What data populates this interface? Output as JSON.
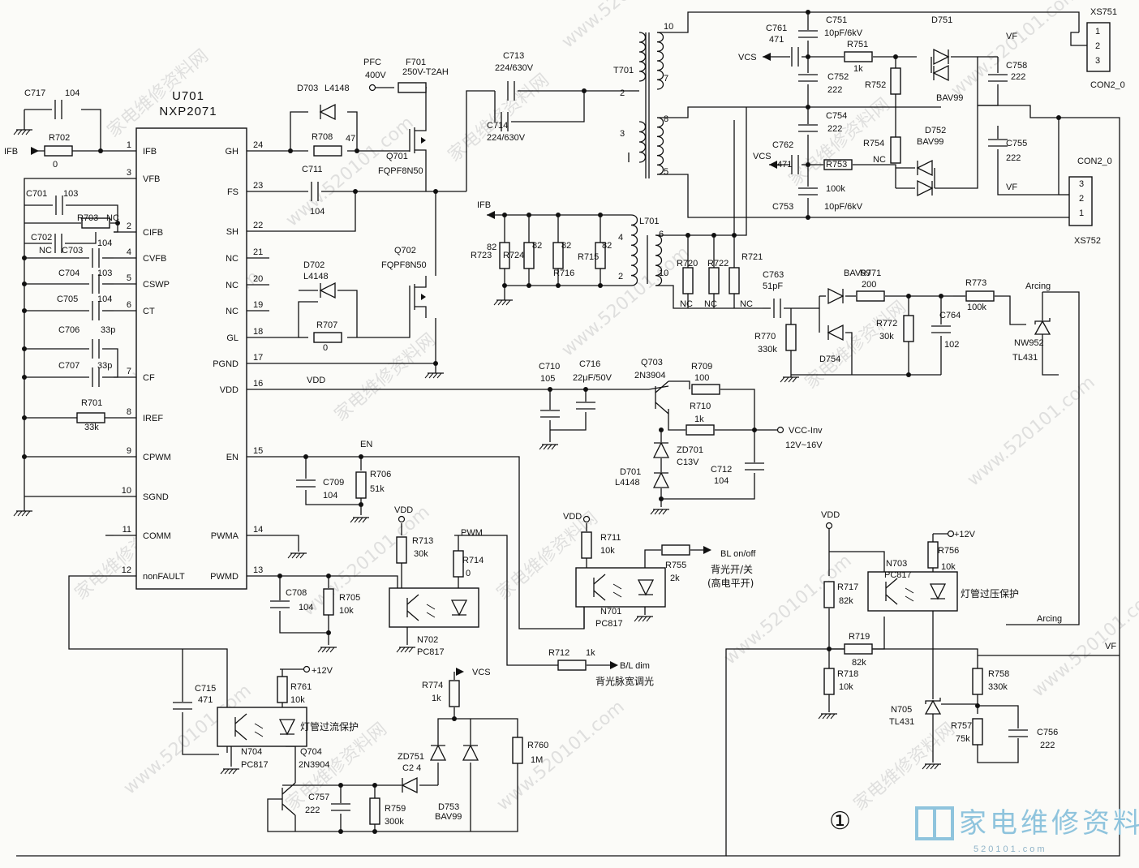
{
  "ic": {
    "ref": "U701",
    "part": "NXP2071",
    "left_pins": [
      {
        "num": "1",
        "name": "IFB"
      },
      {
        "num": "3",
        "name": "VFB"
      },
      {
        "num": "2",
        "name": "CIFB"
      },
      {
        "num": "4",
        "name": "CVFB"
      },
      {
        "num": "5",
        "name": "CSWP"
      },
      {
        "num": "6",
        "name": "CT"
      },
      {
        "num": "7",
        "name": "CF"
      },
      {
        "num": "8",
        "name": "IREF"
      },
      {
        "num": "9",
        "name": "CPWM"
      },
      {
        "num": "10",
        "name": "SGND"
      },
      {
        "num": "11",
        "name": "COMM"
      },
      {
        "num": "12",
        "name": "nonFAULT"
      }
    ],
    "right_pins": [
      {
        "num": "24",
        "name": "GH"
      },
      {
        "num": "23",
        "name": "FS"
      },
      {
        "num": "22",
        "name": "SH"
      },
      {
        "num": "21",
        "name": "NC"
      },
      {
        "num": "20",
        "name": "NC"
      },
      {
        "num": "19",
        "name": "NC"
      },
      {
        "num": "18",
        "name": "GL"
      },
      {
        "num": "17",
        "name": "PGND"
      },
      {
        "num": "16",
        "name": "VDD"
      },
      {
        "num": "15",
        "name": "EN"
      },
      {
        "num": "14",
        "name": "PWMA"
      },
      {
        "num": "13",
        "name": "PWMD"
      }
    ]
  },
  "labels": [
    {
      "id": "c717",
      "text": "C717"
    },
    {
      "id": "c717v",
      "text": "104"
    },
    {
      "id": "r702",
      "text": "R702"
    },
    {
      "id": "r702v",
      "text": "0"
    },
    {
      "id": "ifb_in",
      "text": "IFB"
    },
    {
      "id": "c701",
      "text": "C701"
    },
    {
      "id": "c701v",
      "text": "103"
    },
    {
      "id": "r703",
      "text": "R703"
    },
    {
      "id": "r703v",
      "text": "NC"
    },
    {
      "id": "c702",
      "text": "C702"
    },
    {
      "id": "c702v",
      "text": "NC"
    },
    {
      "id": "c703",
      "text": "C703"
    },
    {
      "id": "c703v",
      "text": "104"
    },
    {
      "id": "c704",
      "text": "C704"
    },
    {
      "id": "c704v",
      "text": "103"
    },
    {
      "id": "c705",
      "text": "C705"
    },
    {
      "id": "c705v",
      "text": "104"
    },
    {
      "id": "c706",
      "text": "C706"
    },
    {
      "id": "c706v",
      "text": "33p"
    },
    {
      "id": "c707",
      "text": "C707"
    },
    {
      "id": "c707v",
      "text": "33p"
    },
    {
      "id": "r701",
      "text": "R701"
    },
    {
      "id": "r701v",
      "text": "33k"
    },
    {
      "id": "pfc",
      "text": "PFC"
    },
    {
      "id": "pfcv",
      "text": "400V"
    },
    {
      "id": "f701",
      "text": "F701"
    },
    {
      "id": "f701v",
      "text": "250V-T2AH"
    },
    {
      "id": "d703",
      "text": "D703"
    },
    {
      "id": "d703v",
      "text": "L4148"
    },
    {
      "id": "r708",
      "text": "R708"
    },
    {
      "id": "r708v",
      "text": "47"
    },
    {
      "id": "q701",
      "text": "Q701"
    },
    {
      "id": "q701v",
      "text": "FQPF8N50"
    },
    {
      "id": "c711",
      "text": "C711"
    },
    {
      "id": "c711v",
      "text": "104"
    },
    {
      "id": "q702",
      "text": "Q702"
    },
    {
      "id": "q702v",
      "text": "FQPF8N50"
    },
    {
      "id": "d702",
      "text": "D702"
    },
    {
      "id": "d702v",
      "text": "L4148"
    },
    {
      "id": "r707",
      "text": "R707"
    },
    {
      "id": "r707v",
      "text": "0"
    },
    {
      "id": "c713",
      "text": "C713"
    },
    {
      "id": "c713v",
      "text": "224/630V"
    },
    {
      "id": "c714",
      "text": "C714"
    },
    {
      "id": "c714v",
      "text": "224/630V"
    },
    {
      "id": "t701",
      "text": "T701"
    },
    {
      "id": "t_p10",
      "text": "10"
    },
    {
      "id": "t_p7",
      "text": "7"
    },
    {
      "id": "t_p2",
      "text": "2"
    },
    {
      "id": "t_p3",
      "text": "3"
    },
    {
      "id": "t_p8",
      "text": "8"
    },
    {
      "id": "t_p5",
      "text": "5"
    },
    {
      "id": "c751",
      "text": "C751"
    },
    {
      "id": "c751v",
      "text": "10pF/6kV"
    },
    {
      "id": "c761",
      "text": "C761"
    },
    {
      "id": "c761v",
      "text": "471"
    },
    {
      "id": "vcs1",
      "text": "VCS"
    },
    {
      "id": "r751",
      "text": "R751"
    },
    {
      "id": "r751v",
      "text": "1k"
    },
    {
      "id": "c752",
      "text": "C752"
    },
    {
      "id": "c752v",
      "text": "222"
    },
    {
      "id": "r752",
      "text": "R752"
    },
    {
      "id": "d751",
      "text": "D751"
    },
    {
      "id": "d751v",
      "text": "BAV99"
    },
    {
      "id": "vf1",
      "text": "VF"
    },
    {
      "id": "c758",
      "text": "C758"
    },
    {
      "id": "c758v",
      "text": "222"
    },
    {
      "id": "xs751",
      "text": "XS751"
    },
    {
      "id": "con1",
      "text": "CON2_0"
    },
    {
      "id": "xs751p1",
      "text": "1"
    },
    {
      "id": "xs751p2",
      "text": "2"
    },
    {
      "id": "xs751p3",
      "text": "3"
    },
    {
      "id": "c754",
      "text": "C754"
    },
    {
      "id": "c754v",
      "text": "222"
    },
    {
      "id": "r754",
      "text": "R754"
    },
    {
      "id": "r754v",
      "text": "NC"
    },
    {
      "id": "d752",
      "text": "D752"
    },
    {
      "id": "d752v",
      "text": "BAV99"
    },
    {
      "id": "c755",
      "text": "C755"
    },
    {
      "id": "c755v",
      "text": "222"
    },
    {
      "id": "c762",
      "text": "C762"
    },
    {
      "id": "c762v",
      "text": "471"
    },
    {
      "id": "vcs2",
      "text": "VCS"
    },
    {
      "id": "r753",
      "text": "R753"
    },
    {
      "id": "r753v",
      "text": "100k"
    },
    {
      "id": "c753",
      "text": "C753"
    },
    {
      "id": "c753v",
      "text": "10pF/6kV"
    },
    {
      "id": "vf2",
      "text": "VF"
    },
    {
      "id": "con2",
      "text": "CON2_0"
    },
    {
      "id": "xs752",
      "text": "XS752"
    },
    {
      "id": "xs752p3",
      "text": "3"
    },
    {
      "id": "xs752p2",
      "text": "2"
    },
    {
      "id": "xs752p1",
      "text": "1"
    },
    {
      "id": "ifb_out",
      "text": "IFB"
    },
    {
      "id": "r723",
      "text": "R723"
    },
    {
      "id": "r723v",
      "text": "82"
    },
    {
      "id": "r724",
      "text": "R724"
    },
    {
      "id": "r724v",
      "text": "82"
    },
    {
      "id": "r716",
      "text": "R716"
    },
    {
      "id": "r716v",
      "text": "82"
    },
    {
      "id": "r715",
      "text": "R715"
    },
    {
      "id": "r715v",
      "text": "82"
    },
    {
      "id": "l701",
      "text": "L701"
    },
    {
      "id": "l_p4",
      "text": "4"
    },
    {
      "id": "l_p6",
      "text": "6"
    },
    {
      "id": "l_p2",
      "text": "2"
    },
    {
      "id": "l_p10",
      "text": "10"
    },
    {
      "id": "r720",
      "text": "R720"
    },
    {
      "id": "r722",
      "text": "R722"
    },
    {
      "id": "r721",
      "text": "R721"
    },
    {
      "id": "nc1",
      "text": "NC"
    },
    {
      "id": "nc2",
      "text": "NC"
    },
    {
      "id": "nc3",
      "text": "NC"
    },
    {
      "id": "c763",
      "text": "C763"
    },
    {
      "id": "c763v",
      "text": "51pF"
    },
    {
      "id": "bav99a",
      "text": "BAV99"
    },
    {
      "id": "r771",
      "text": "R771"
    },
    {
      "id": "r771v",
      "text": "200"
    },
    {
      "id": "r773",
      "text": "R773"
    },
    {
      "id": "r773v",
      "text": "100k"
    },
    {
      "id": "arcing1",
      "text": "Arcing"
    },
    {
      "id": "r770",
      "text": "R770"
    },
    {
      "id": "r770v",
      "text": "330k"
    },
    {
      "id": "d754",
      "text": "D754"
    },
    {
      "id": "r772",
      "text": "R772"
    },
    {
      "id": "r772v",
      "text": "30k"
    },
    {
      "id": "c764",
      "text": "C764"
    },
    {
      "id": "c764v",
      "text": "102"
    },
    {
      "id": "nw952",
      "text": "NW952"
    },
    {
      "id": "tl431a",
      "text": "TL431"
    },
    {
      "id": "c710",
      "text": "C710"
    },
    {
      "id": "c710v",
      "text": "105"
    },
    {
      "id": "c716",
      "text": "C716"
    },
    {
      "id": "c716v",
      "text": "22μF/50V"
    },
    {
      "id": "q703",
      "text": "Q703"
    },
    {
      "id": "q703v",
      "text": "2N3904"
    },
    {
      "id": "r709",
      "text": "R709"
    },
    {
      "id": "r709v",
      "text": "100"
    },
    {
      "id": "r710",
      "text": "R710"
    },
    {
      "id": "r710v",
      "text": "1k"
    },
    {
      "id": "vcc",
      "text": "VCC-Inv"
    },
    {
      "id": "vccv",
      "text": "12V~16V"
    },
    {
      "id": "zd701",
      "text": "ZD701"
    },
    {
      "id": "zd701v",
      "text": "C13V"
    },
    {
      "id": "d701",
      "text": "D701"
    },
    {
      "id": "d701v",
      "text": "L4148"
    },
    {
      "id": "c712",
      "text": "C712"
    },
    {
      "id": "c712v",
      "text": "104"
    },
    {
      "id": "vdd_net",
      "text": "VDD"
    },
    {
      "id": "en_net",
      "text": "EN"
    },
    {
      "id": "c709",
      "text": "C709"
    },
    {
      "id": "c709v",
      "text": "104"
    },
    {
      "id": "r706",
      "text": "R706"
    },
    {
      "id": "r706v",
      "text": "51k"
    },
    {
      "id": "vdd2",
      "text": "VDD"
    },
    {
      "id": "r713",
      "text": "R713"
    },
    {
      "id": "r713v",
      "text": "30k"
    },
    {
      "id": "pwm",
      "text": "PWM"
    },
    {
      "id": "r714",
      "text": "R714"
    },
    {
      "id": "r714v",
      "text": "0"
    },
    {
      "id": "c708",
      "text": "C708"
    },
    {
      "id": "c708v",
      "text": "104"
    },
    {
      "id": "r705",
      "text": "R705"
    },
    {
      "id": "r705v",
      "text": "10k"
    },
    {
      "id": "n702",
      "text": "N702"
    },
    {
      "id": "n702v",
      "text": "PC817"
    },
    {
      "id": "vdd3",
      "text": "VDD"
    },
    {
      "id": "r711",
      "text": "R711"
    },
    {
      "id": "r711v",
      "text": "10k"
    },
    {
      "id": "r755",
      "text": "R755"
    },
    {
      "id": "r755v",
      "text": "2k"
    },
    {
      "id": "blonoff",
      "text": "BL on/off"
    },
    {
      "id": "bl_cn1",
      "text": "背光开/关"
    },
    {
      "id": "bl_cn2",
      "text": "(高电平开)"
    },
    {
      "id": "n701",
      "text": "N701"
    },
    {
      "id": "n701v",
      "text": "PC817"
    },
    {
      "id": "r712",
      "text": "R712"
    },
    {
      "id": "r712v",
      "text": "1k"
    },
    {
      "id": "bldim",
      "text": "B/L dim"
    },
    {
      "id": "bldim_cn",
      "text": "背光脉宽调光"
    },
    {
      "id": "c715",
      "text": "C715"
    },
    {
      "id": "c715v",
      "text": "471"
    },
    {
      "id": "r761",
      "text": "R761"
    },
    {
      "id": "r761v",
      "text": "10k"
    },
    {
      "id": "p12a",
      "text": "+12V"
    },
    {
      "id": "ocp_cn",
      "text": "灯管过流保护"
    },
    {
      "id": "n704",
      "text": "N704"
    },
    {
      "id": "n704v",
      "text": "PC817"
    },
    {
      "id": "q704",
      "text": "Q704"
    },
    {
      "id": "q704v",
      "text": "2N3904"
    },
    {
      "id": "r774",
      "text": "R774"
    },
    {
      "id": "r774v",
      "text": "1k"
    },
    {
      "id": "vcs3",
      "text": "VCS"
    },
    {
      "id": "zd751",
      "text": "ZD751"
    },
    {
      "id": "zd751v",
      "text": "C2 4"
    },
    {
      "id": "d753",
      "text": "D753"
    },
    {
      "id": "d753v",
      "text": "BAV99"
    },
    {
      "id": "r760",
      "text": "R760"
    },
    {
      "id": "r760v",
      "text": "1M"
    },
    {
      "id": "c757",
      "text": "C757"
    },
    {
      "id": "c757v",
      "text": "222"
    },
    {
      "id": "r759",
      "text": "R759"
    },
    {
      "id": "r759v",
      "text": "300k"
    },
    {
      "id": "vdd4",
      "text": "VDD"
    },
    {
      "id": "r717",
      "text": "R717"
    },
    {
      "id": "r717v",
      "text": "82k"
    },
    {
      "id": "r719",
      "text": "R719"
    },
    {
      "id": "r719v",
      "text": "82k"
    },
    {
      "id": "r718",
      "text": "R718"
    },
    {
      "id": "r718v",
      "text": "10k"
    },
    {
      "id": "n703",
      "text": "N703"
    },
    {
      "id": "n703v",
      "text": "PC817"
    },
    {
      "id": "r756",
      "text": "R756"
    },
    {
      "id": "r756v",
      "text": "10k"
    },
    {
      "id": "p12b",
      "text": "+12V"
    },
    {
      "id": "ovp_cn",
      "text": "灯管过压保护"
    },
    {
      "id": "arcing2",
      "text": "Arcing"
    },
    {
      "id": "vf3",
      "text": "VF"
    },
    {
      "id": "r758",
      "text": "R758"
    },
    {
      "id": "r758v",
      "text": "330k"
    },
    {
      "id": "n705",
      "text": "N705"
    },
    {
      "id": "n705v",
      "text": "TL431"
    },
    {
      "id": "r757",
      "text": "R757"
    },
    {
      "id": "r757v",
      "text": "75k"
    },
    {
      "id": "c756",
      "text": "C756"
    },
    {
      "id": "c756v",
      "text": "222"
    }
  ],
  "figure_number": "①",
  "logo": {
    "text": "家电维修资料网",
    "url": "520101.com"
  },
  "watermarks": [
    "家电维修资料网",
    "www.520101.com"
  ]
}
